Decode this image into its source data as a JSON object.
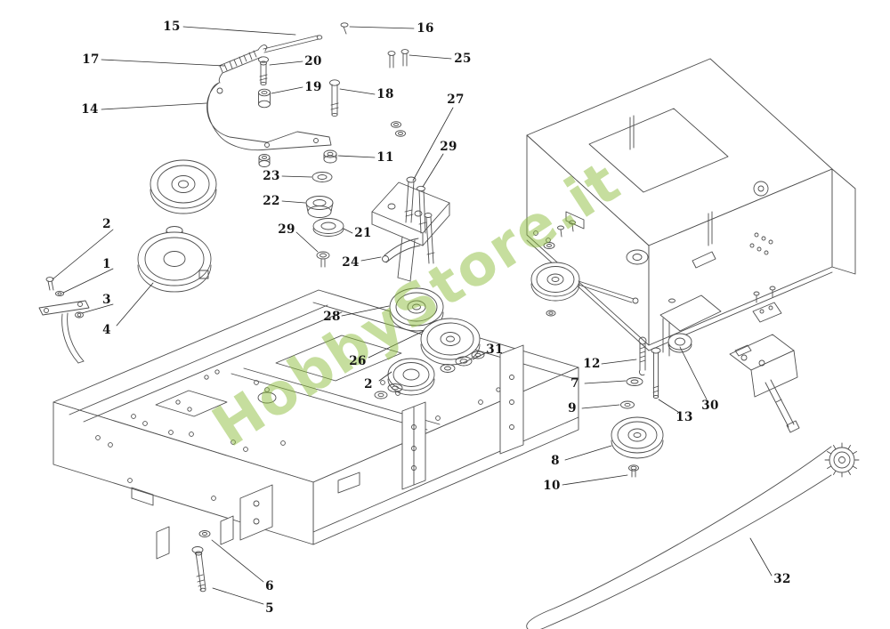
{
  "page": {
    "background_color": "#ffffff",
    "line_color": "#4d4d4d",
    "label_color": "#141414"
  },
  "watermark": {
    "text": "HobbyStore.it",
    "color": "#8fbf3f"
  },
  "diagram": {
    "kind": "exploded-parts-diagram",
    "callouts": [
      {
        "id": "15",
        "label": "15"
      },
      {
        "id": "16",
        "label": "16"
      },
      {
        "id": "17",
        "label": "17"
      },
      {
        "id": "20",
        "label": "20"
      },
      {
        "id": "25",
        "label": "25"
      },
      {
        "id": "19",
        "label": "19"
      },
      {
        "id": "18",
        "label": "18"
      },
      {
        "id": "14",
        "label": "14"
      },
      {
        "id": "27",
        "label": "27"
      },
      {
        "id": "11",
        "label": "11"
      },
      {
        "id": "29a",
        "label": "29"
      },
      {
        "id": "23",
        "label": "23"
      },
      {
        "id": "22",
        "label": "22"
      },
      {
        "id": "29b",
        "label": "29"
      },
      {
        "id": "21",
        "label": "21"
      },
      {
        "id": "24",
        "label": "24"
      },
      {
        "id": "2a",
        "label": "2"
      },
      {
        "id": "1",
        "label": "1"
      },
      {
        "id": "3",
        "label": "3"
      },
      {
        "id": "4",
        "label": "4"
      },
      {
        "id": "28",
        "label": "28"
      },
      {
        "id": "26",
        "label": "26"
      },
      {
        "id": "2b",
        "label": "2"
      },
      {
        "id": "31",
        "label": "31"
      },
      {
        "id": "12",
        "label": "12"
      },
      {
        "id": "7",
        "label": "7"
      },
      {
        "id": "9",
        "label": "9"
      },
      {
        "id": "13",
        "label": "13"
      },
      {
        "id": "30",
        "label": "30"
      },
      {
        "id": "8",
        "label": "8"
      },
      {
        "id": "10",
        "label": "10"
      },
      {
        "id": "6",
        "label": "6"
      },
      {
        "id": "5",
        "label": "5"
      },
      {
        "id": "32",
        "label": "32"
      }
    ]
  }
}
